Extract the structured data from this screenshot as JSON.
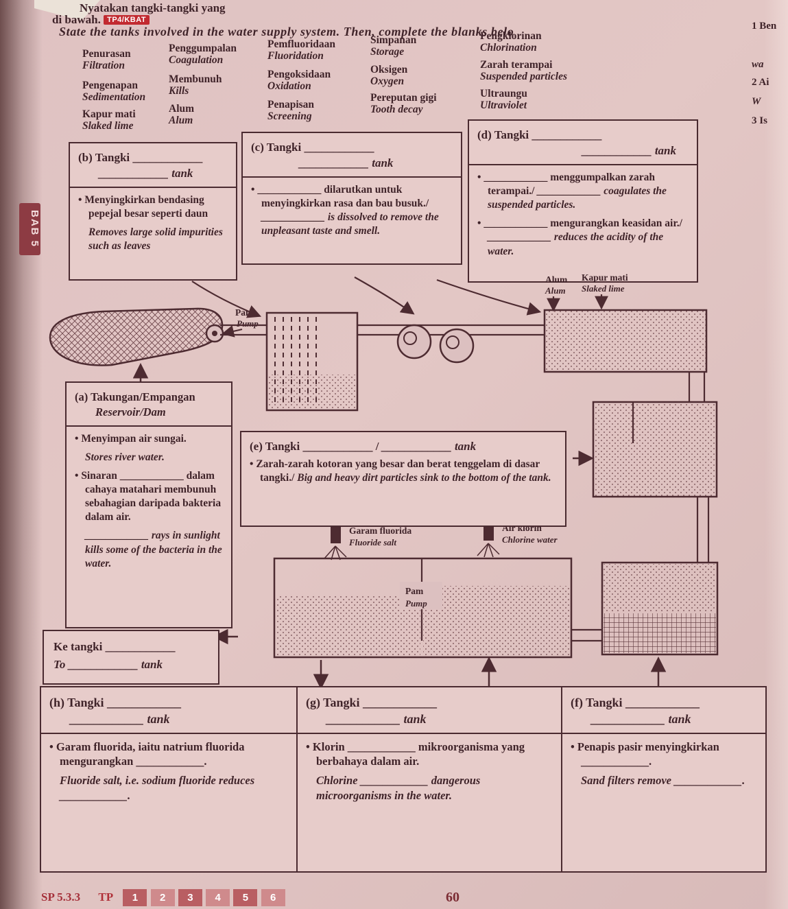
{
  "header": {
    "instr_my_1": "Nyatakan tangki-tangki yang",
    "instr_my_2": "di bawah.",
    "badge": "TP4/KBAT",
    "instr_en": "State the tanks involved in the water supply system. Then, complete the blanks belo",
    "margin": [
      "1 Ben",
      "wa",
      "2 Ai",
      "W",
      "3 Is"
    ]
  },
  "bab_label": "BAB 5",
  "word_bank": [
    {
      "my": "Penurasan",
      "en": "Filtration"
    },
    {
      "my": "Pengenapan",
      "en": "Sedimentation"
    },
    {
      "my": "Kapur mati",
      "en": "Slaked lime"
    },
    {
      "my": "Penggumpalan",
      "en": "Coagulation"
    },
    {
      "my": "Membunuh",
      "en": "Kills"
    },
    {
      "my": "Alum",
      "en": "Alum"
    },
    {
      "my": "Pemfluoridaan",
      "en": "Fluoridation"
    },
    {
      "my": "Pengoksidaan",
      "en": "Oxidation"
    },
    {
      "my": "Penapisan",
      "en": "Screening"
    },
    {
      "my": "Simpanan",
      "en": "Storage"
    },
    {
      "my": "Oksigen",
      "en": "Oxygen"
    },
    {
      "my": "Pereputan gigi",
      "en": "Tooth decay"
    },
    {
      "my": "Pengklorinan",
      "en": "Chlorination"
    },
    {
      "my": "Zarah terampai",
      "en": "Suspended particles"
    },
    {
      "my": "Ultraungu",
      "en": "Ultraviolet"
    }
  ],
  "boxes": {
    "a": {
      "title_my": "(a) Takungan/Empangan",
      "title_en": "Reservoir/Dam",
      "b1_my": "Menyimpan air sungai.",
      "b1_en": "Stores river water.",
      "b2_my": "Sinaran ____________ dalam cahaya matahari membunuh sebahagian daripada bakteria dalam air.",
      "b2_en": "____________ rays in sunlight kills some of the bacteria in the water."
    },
    "b": {
      "title_my": "(b) Tangki ____________",
      "title_en": "____________ tank",
      "b1_my": "Menyingkirkan bendasing pepejal besar seperti daun",
      "b1_en": "Removes large solid impurities such as leaves"
    },
    "c": {
      "title_my": "(c) Tangki ____________",
      "title_en": "____________ tank",
      "b1_my": "____________ dilarutkan untuk menyingkirkan rasa dan bau busuk./",
      "b1_en": "____________ is dissolved to remove the unpleasant taste and smell."
    },
    "d": {
      "title_my": "(d) Tangki ____________",
      "title_en": "____________ tank",
      "b1_my": "____________ menggumpalkan zarah terampai./",
      "b1_en": "____________ coagulates the suspended particles.",
      "b2_my": "____________ mengurangkan keasidan air./",
      "b2_en": "____________ reduces the acidity of the water."
    },
    "e": {
      "title_my": "(e) Tangki ____________ /",
      "title_en": "____________ tank",
      "b1_my": "Zarah-zarah kotoran yang besar dan berat tenggelam di dasar tangki./",
      "b1_en": "Big and heavy dirt particles sink to the bottom of the tank."
    },
    "ke": {
      "line_my": "Ke tangki ____________",
      "line_en": "To ____________ tank"
    },
    "h": {
      "title_my": "(h) Tangki ____________",
      "title_en": "____________ tank",
      "b1_my": "Garam fluorida, iaitu natrium fluorida mengurangkan ____________.",
      "b1_en": "Fluoride salt, i.e. sodium fluoride reduces ____________."
    },
    "g": {
      "title_my": "(g) Tangki ____________",
      "title_en": "____________ tank",
      "b1_my": "Klorin ____________ mikroorganisma yang berbahaya dalam air.",
      "b1_en": "Chlorine ____________ dangerous microorganisms in the water."
    },
    "f": {
      "title_my": "(f) Tangki ____________",
      "title_en": "____________ tank",
      "b1_my": "Penapis pasir menyingkirkan ____________.",
      "b1_en": "Sand filters remove ____________."
    }
  },
  "diagram": {
    "pump_top_my": "Pam",
    "pump_top_en": "Pump",
    "alum_my": "Alum",
    "alum_en": "Alum",
    "lime_my": "Kapur mati",
    "lime_en": "Slaked lime",
    "fluoride_my": "Garam fluorida",
    "fluoride_en": "Fluoride salt",
    "chlorine_my": "Air klorin",
    "chlorine_en": "Chlorine water",
    "pump_bottom_my": "Pam",
    "pump_bottom_en": "Pump"
  },
  "footer": {
    "sp": "SP 5.3.3",
    "tp": "TP",
    "levels": [
      "1",
      "2",
      "3",
      "4",
      "5",
      "6"
    ],
    "page": "60"
  }
}
